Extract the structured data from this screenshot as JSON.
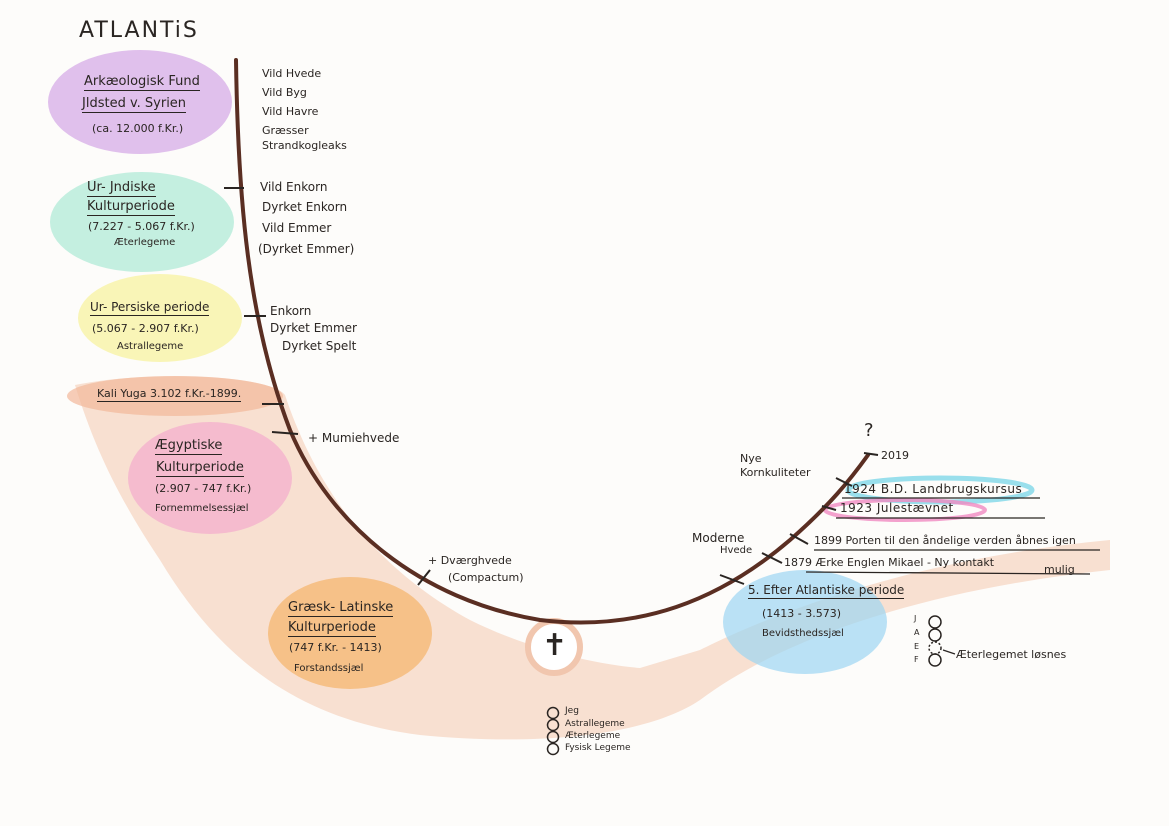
{
  "title": "ATLANTiS",
  "periods": {
    "arch": {
      "l1": "Arkæologisk Fund",
      "l2": "Jldsted v. Syrien",
      "l3": "(ca. 12.000 f.Kr.)"
    },
    "urind": {
      "l1": "Ur- Jndiske",
      "l2": "Kulturperiode",
      "l3": "(7.227 - 5.067 f.Kr.)",
      "l4": "Æterlegeme"
    },
    "urpers": {
      "l1": "Ur- Persiske periode",
      "l2": "(5.067 - 2.907 f.Kr.)",
      "l3": "Astrallegeme"
    },
    "kali": {
      "l1": "Kali Yuga 3.102 f.Kr.-1899."
    },
    "aeg": {
      "l1": "Ægyptiske",
      "l2": "Kulturperiode",
      "l3": "(2.907 - 747 f.Kr.)",
      "l4": "Fornemmelsessjæl"
    },
    "graek": {
      "l1": "Græsk- Latinske",
      "l2": "Kulturperiode",
      "l3": "(747 f.Kr. - 1413)",
      "l4": "Forstandssjæl"
    },
    "efter": {
      "l1": "5. Efter Atlantiske periode",
      "l2": "(1413 - 3.573)",
      "l3": "Bevidsthedssjæl"
    }
  },
  "grains": {
    "g1": [
      "Vild Hvede",
      "Vild Byg",
      "Vild Havre",
      "Græsser",
      "Strandkogleaks"
    ],
    "g2": [
      "Vild Enkorn",
      "Dyrket Enkorn",
      "Vild Emmer",
      "(Dyrket Emmer)"
    ],
    "g3": [
      "Enkorn",
      "Dyrket Emmer",
      "Dyrket Spelt"
    ],
    "mumie": "+ Mumiehvede",
    "dvaerg1": "+ Dværghvede",
    "dvaerg2": "(Compactum)",
    "moderne1": "Moderne",
    "moderne2": "Hvede",
    "nye1": "Nye",
    "nye2": "Kornkuliteter"
  },
  "events": {
    "q": "?",
    "e2019": "2019",
    "e1924": "1924 B.D. Landbrugskursus",
    "e1923": "1923 Julestævnet",
    "e1899": "1899 Porten til den åndelige verden åbnes igen",
    "e1879a": "1879 Ærke Englen Mikael - Ny kontakt",
    "e1879b": "mulig"
  },
  "bodies_bottom": [
    "Jeg",
    "Astrallegeme",
    "Æterlegeme",
    "Fysisk Legeme"
  ],
  "bodies_right": {
    "letters": [
      "J",
      "A",
      "E",
      "F"
    ],
    "note": "Æterlegemet løsnes"
  },
  "cross": "✝",
  "colors": {
    "arch": "#c98ee0",
    "urind": "#9fe6cf",
    "urpers": "#f6f29a",
    "kali": "#f2b89a",
    "aeg": "#f2a8cc",
    "graek": "#f5b36a",
    "efter": "#9dd6f2",
    "band": "#f4c9ae",
    "curve": "#5a2e22",
    "e1924": "#7fd7e8",
    "e1923": "#f08ac2"
  }
}
